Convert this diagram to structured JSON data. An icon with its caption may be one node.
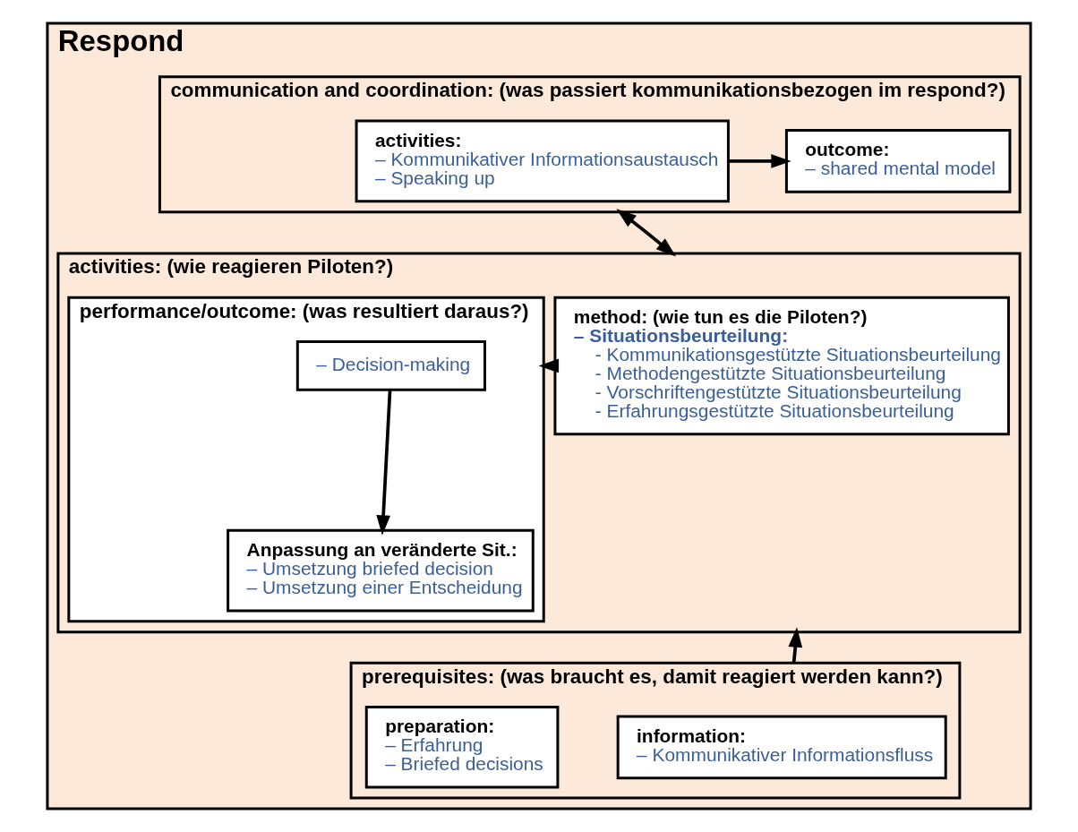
{
  "diagram": {
    "nodes": [
      {
        "text": [
          "Respond"
        ]
      },
      {
        "text": [
          "communication and coordination: (was passiert kommunikationsbezogen im respond?)"
        ],
        "in": 0
      },
      {
        "text": [
          "activities:",
          "– Kommunikativer Informationsaustausch",
          "– Speaking up"
        ],
        "in": 1
      },
      {
        "text": [
          "outcome:",
          "– shared mental model"
        ],
        "in": 1
      },
      {
        "text": [
          "activities: (wie reagieren Piloten?)"
        ],
        "in": 0
      },
      {
        "text": [
          "method: (wie tun es die Piloten?)",
          "– Situationsbeurteilung:",
          "- Kommunikationsgestützte Situationsbeurteilung",
          "- Methodengestützte Situationsbeurteilung",
          "- Vorschriftengestützte Situationsbeurteilung",
          "- Erfahrungsgestützte Situationsbeurteilung"
        ],
        "in": 4
      },
      {
        "text": [
          "performance/outcome: (was resultiert daraus?)"
        ],
        "in": 4
      },
      {
        "text": [
          "– Decision-making"
        ],
        "in": 6
      },
      {
        "text": [
          "Anpassung an veränderte Sit.:",
          "– Umsetzung briefed decision",
          "– Umsetzung einer Entscheidung"
        ],
        "in": 6
      },
      {
        "text": [
          "prerequisites: (was braucht es, damit reagiert werden kann?)"
        ],
        "in": 0
      },
      {
        "text": [
          "information:",
          "– Kommunikativer Informationsfluss"
        ],
        "in": 9
      },
      {
        "text": [
          "preparation:",
          "– Erfahrung",
          "– Briefed decisions"
        ],
        "in": 9
      }
    ],
    "edges": [
      {
        "from": 2,
        "to": 3,
        "arrow": "to"
      },
      {
        "from": 1,
        "to": 4,
        "arrow": "both"
      },
      {
        "from": 5,
        "to": 6,
        "arrow": "to"
      },
      {
        "from": 7,
        "to": 8,
        "arrow": "to"
      },
      {
        "from": 9,
        "to": 4,
        "arrow": "to"
      }
    ]
  }
}
